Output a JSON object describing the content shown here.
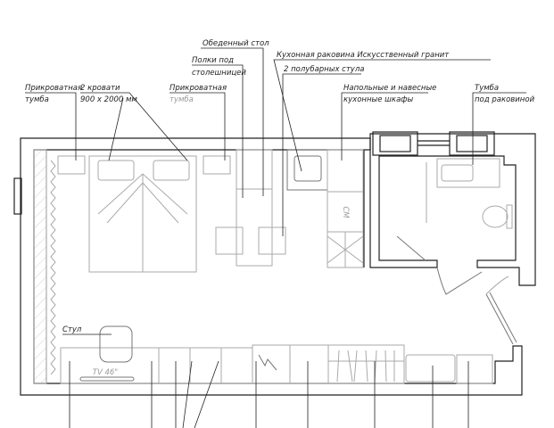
{
  "labels": {
    "bedside_left": [
      "Прикроватная",
      "тумба"
    ],
    "beds": [
      "2 кровати",
      "900 х 2000 мм"
    ],
    "bedside_right": [
      "Прикроватная",
      "тумба"
    ],
    "shelves": [
      "Полки под",
      "столешницей"
    ],
    "dining_table": "Обеденный стол",
    "kitchen_sink": "Кухонная раковина Искусственный гранит",
    "bar_stools": "2 полубарных стула",
    "kitchen_cabinets": [
      "Напольные и навесные",
      "кухонные шкафы"
    ],
    "vanity": [
      "Тумба",
      "под раковиной"
    ],
    "chair": "Стул",
    "tv": "TV 46\"",
    "washing_machine": "СМ"
  }
}
